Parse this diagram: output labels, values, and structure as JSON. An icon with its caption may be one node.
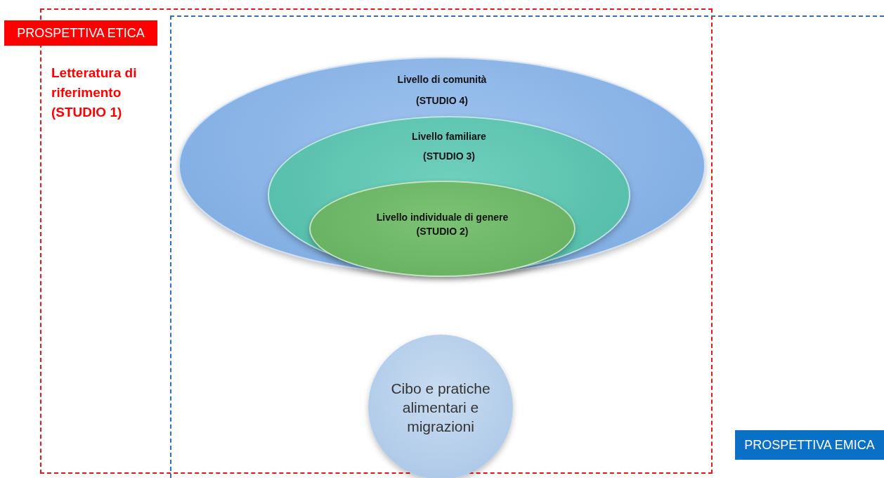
{
  "diagram": {
    "nodes": [
      {
        "text": [
          "PROSPETTIVA ETICA",
          "Letteratura di riferimento (STUDIO 1)"
        ]
      },
      {
        "text": [
          "PROSPETTIVA EMICA"
        ]
      },
      {
        "text": [
          "Livello di comunità",
          "(STUDIO 4)"
        ]
      },
      {
        "text": [
          "Livello familiare",
          "(STUDIO 3)"
        ],
        "in": 2
      },
      {
        "text": [
          "Livello individuale di genere",
          "(STUDIO 2)"
        ],
        "in": 3
      },
      {
        "text": [
          "Cibo e pratiche alimentari e migrazioni"
        ]
      }
    ],
    "edges": []
  }
}
